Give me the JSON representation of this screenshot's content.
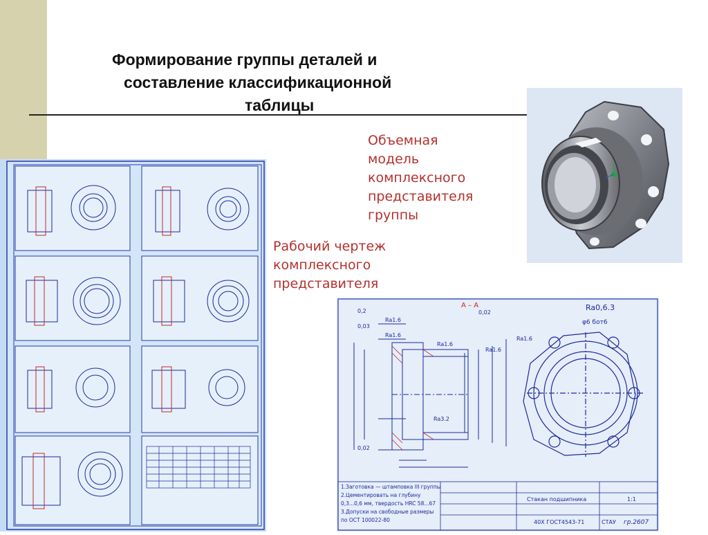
{
  "slide": {
    "title_lines": [
      "Формирование группы деталей и",
      "составление классификационной",
      "таблицы"
    ]
  },
  "labels": {
    "model": [
      "Объемная",
      "модель",
      "комплексного",
      "представителя",
      "группы"
    ],
    "drawing": [
      "Рабочий чертеж",
      "комплексного",
      "представителя"
    ]
  },
  "drawing": {
    "section_label": "A – A",
    "roughness_top": "Ra0,6.3",
    "holes_label": "φ6 бот6",
    "ra_labels": [
      "Ra1.6",
      "Ra1.6",
      "Ra1.6",
      "Ra3.2",
      "Ra1.6",
      "Ra1.6"
    ],
    "tolerances": [
      "0,2",
      "0,03",
      "0,02",
      "0,02"
    ],
    "notes": [
      "1.Заготовка — штамповка III группы",
      "2.Цементировать на глубину",
      "  0,3...0,6 мм, твердость HRC 58...67",
      "3.Допуски на свободные размеры",
      "  по ОСТ 100022-80"
    ],
    "title_block": {
      "name": "Стакан подшипника",
      "standard": "40Х ГОСТ4543-71",
      "org": "СТАУ",
      "group": "гр.2607",
      "scale": "1:1"
    }
  }
}
